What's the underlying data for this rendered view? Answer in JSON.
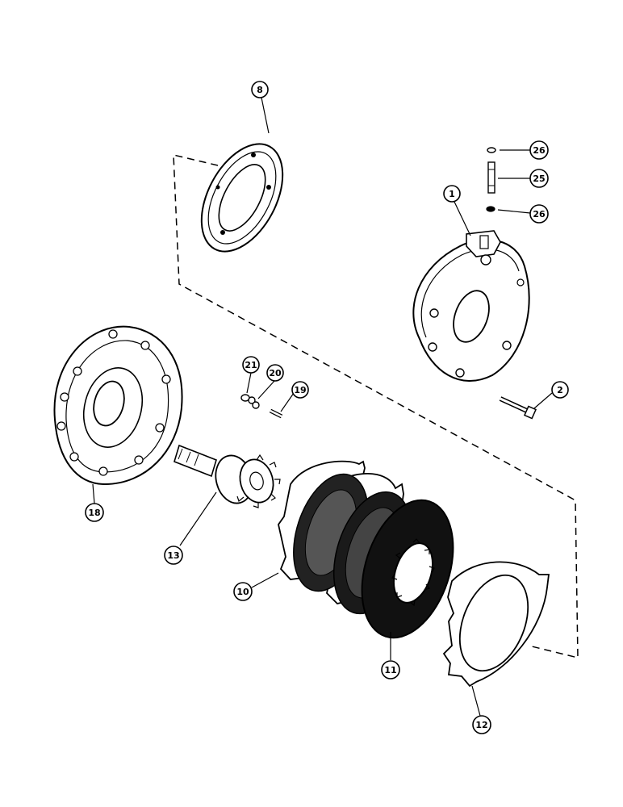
{
  "diagram": {
    "callouts": {
      "c8": "8",
      "c26a": "26",
      "c25": "25",
      "c26b": "26",
      "c1": "1",
      "c2": "2",
      "c21": "21",
      "c20": "20",
      "c19": "19",
      "c18": "18",
      "c13": "13",
      "c10": "10",
      "c11": "11",
      "c12": "12"
    },
    "colors": {
      "ink": "#000000",
      "paper": "#ffffff"
    }
  }
}
